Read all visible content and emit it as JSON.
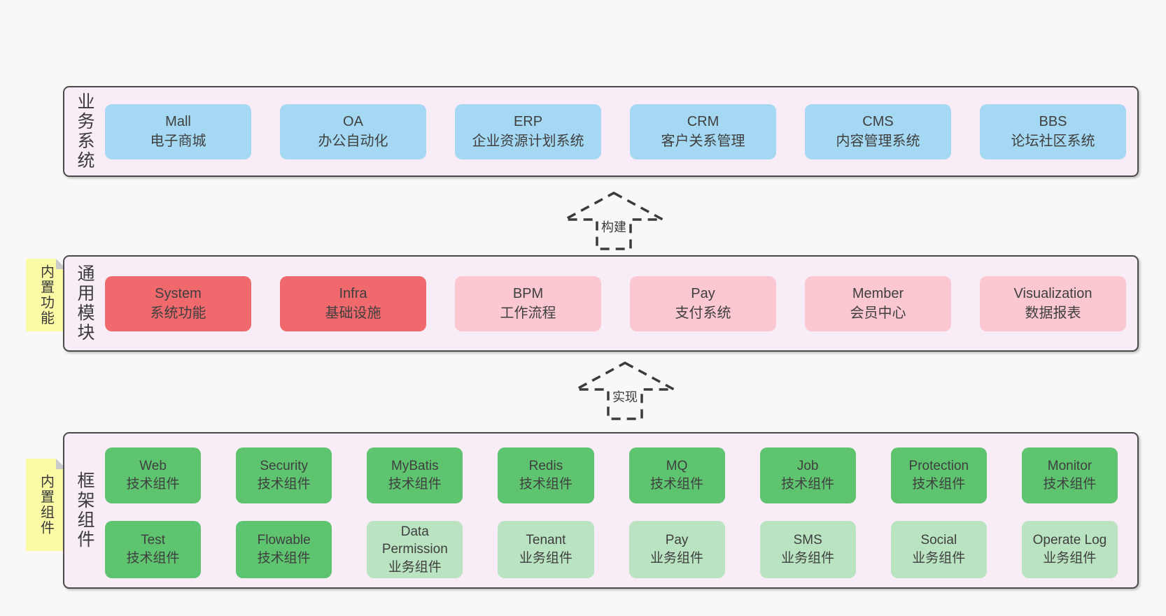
{
  "layers": {
    "business": {
      "label": "业务系统",
      "boxes": [
        {
          "title": "Mall",
          "subtitle": "电子商城"
        },
        {
          "title": "OA",
          "subtitle": "办公自动化"
        },
        {
          "title": "ERP",
          "subtitle": "企业资源计划系统"
        },
        {
          "title": "CRM",
          "subtitle": "客户关系管理"
        },
        {
          "title": "CMS",
          "subtitle": "内容管理系统"
        },
        {
          "title": "BBS",
          "subtitle": "论坛社区系统"
        }
      ]
    },
    "modules": {
      "label": "通用模块",
      "note": "内置功能",
      "boxes": [
        {
          "title": "System",
          "subtitle": "系统功能"
        },
        {
          "title": "Infra",
          "subtitle": "基础设施"
        },
        {
          "title": "BPM",
          "subtitle": "工作流程"
        },
        {
          "title": "Pay",
          "subtitle": "支付系统"
        },
        {
          "title": "Member",
          "subtitle": "会员中心"
        },
        {
          "title": "Visualization",
          "subtitle": "数据报表"
        }
      ]
    },
    "components": {
      "label": "框架组件",
      "note": "内置组件",
      "rows": [
        [
          {
            "title": "Web",
            "subtitle": "技术组件"
          },
          {
            "title": "Security",
            "subtitle": "技术组件"
          },
          {
            "title": "MyBatis",
            "subtitle": "技术组件"
          },
          {
            "title": "Redis",
            "subtitle": "技术组件"
          },
          {
            "title": "MQ",
            "subtitle": "技术组件"
          },
          {
            "title": "Job",
            "subtitle": "技术组件"
          },
          {
            "title": "Protection",
            "subtitle": "技术组件"
          },
          {
            "title": "Monitor",
            "subtitle": "技术组件"
          }
        ],
        [
          {
            "title": "Test",
            "subtitle": "技术组件"
          },
          {
            "title": "Flowable",
            "subtitle": "技术组件"
          },
          {
            "title": "Data Permission",
            "subtitle": "业务组件"
          },
          {
            "title": "Tenant",
            "subtitle": "业务组件"
          },
          {
            "title": "Pay",
            "subtitle": "业务组件"
          },
          {
            "title": "SMS",
            "subtitle": "业务组件"
          },
          {
            "title": "Social",
            "subtitle": "业务组件"
          },
          {
            "title": "Operate Log",
            "subtitle": "业务组件"
          }
        ]
      ]
    }
  },
  "arrows": [
    {
      "label": "构建"
    },
    {
      "label": "实现"
    }
  ],
  "colors": {
    "blue": "#a5d8f2",
    "red": "#f0696d",
    "pink": "#fbc8d2",
    "green": "#5ec46f",
    "light_green": "#b9e3c1",
    "note_yellow": "#fbfaa5",
    "note_fold": "#c9c9c9",
    "layer_background": "#f8edf7"
  }
}
